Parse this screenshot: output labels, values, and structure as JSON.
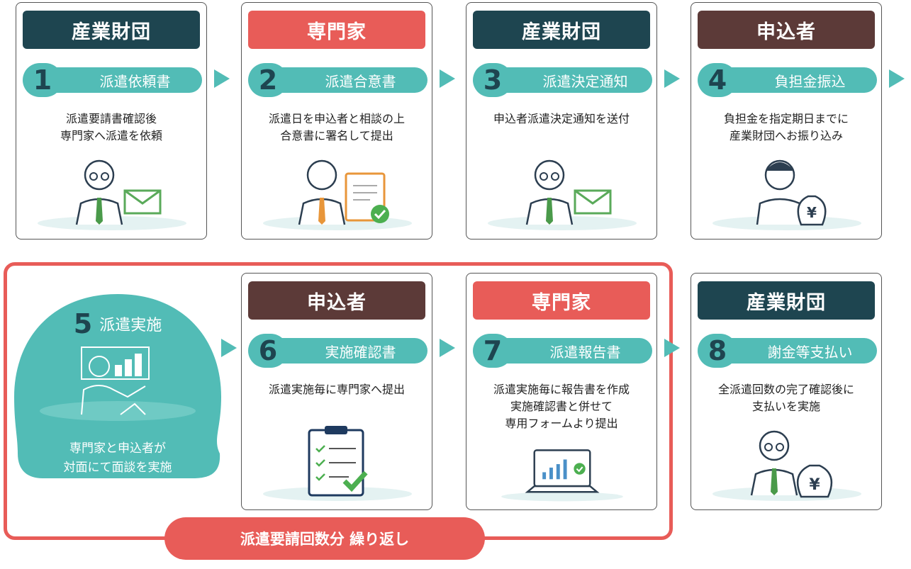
{
  "colors": {
    "foundation": "#1e4550",
    "expert": "#e85c58",
    "applicant": "#5c3a38",
    "teal": "#52bcb6",
    "loop": "#e85c58"
  },
  "steps": [
    {
      "actor": "産業財団",
      "num": "1",
      "title": "派遣依頼書",
      "desc": "派遣要請書確認後\n専門家へ派遣を依頼",
      "icon": "person-envelope-icon"
    },
    {
      "actor": "専門家",
      "num": "2",
      "title": "派遣合意書",
      "desc": "派遣日を申込者と相談の上\n合意書に署名して提出",
      "icon": "person-document-icon"
    },
    {
      "actor": "産業財団",
      "num": "3",
      "title": "派遣決定通知",
      "desc": "申込者派遣決定通知を送付",
      "icon": "person-envelope-icon"
    },
    {
      "actor": "申込者",
      "num": "4",
      "title": "負担金振込",
      "desc": "負担金を指定期日までに\n産業財団へお振り込み",
      "icon": "person-money-bag-icon"
    },
    {
      "num": "5",
      "title": "派遣実施",
      "desc": "専門家と申込者が\n対面にて面談を実施",
      "icon": "presenter-icon"
    },
    {
      "actor": "申込者",
      "num": "6",
      "title": "実施確認書",
      "desc": "派遣実施毎に専門家へ提出",
      "icon": "clipboard-check-icon"
    },
    {
      "actor": "専門家",
      "num": "7",
      "title": "派遣報告書",
      "desc": "派遣実施毎に報告書を作成\n実施確認書と併せて\n専用フォームより提出",
      "icon": "laptop-chart-icon"
    },
    {
      "actor": "産業財団",
      "num": "8",
      "title": "謝金等支払い",
      "desc": "全派遣回数の完了確認後に\n支払いを実施",
      "icon": "person-money-bag-icon"
    }
  ],
  "repeat_label": "派遣要請回数分 繰り返し",
  "yen": "¥"
}
